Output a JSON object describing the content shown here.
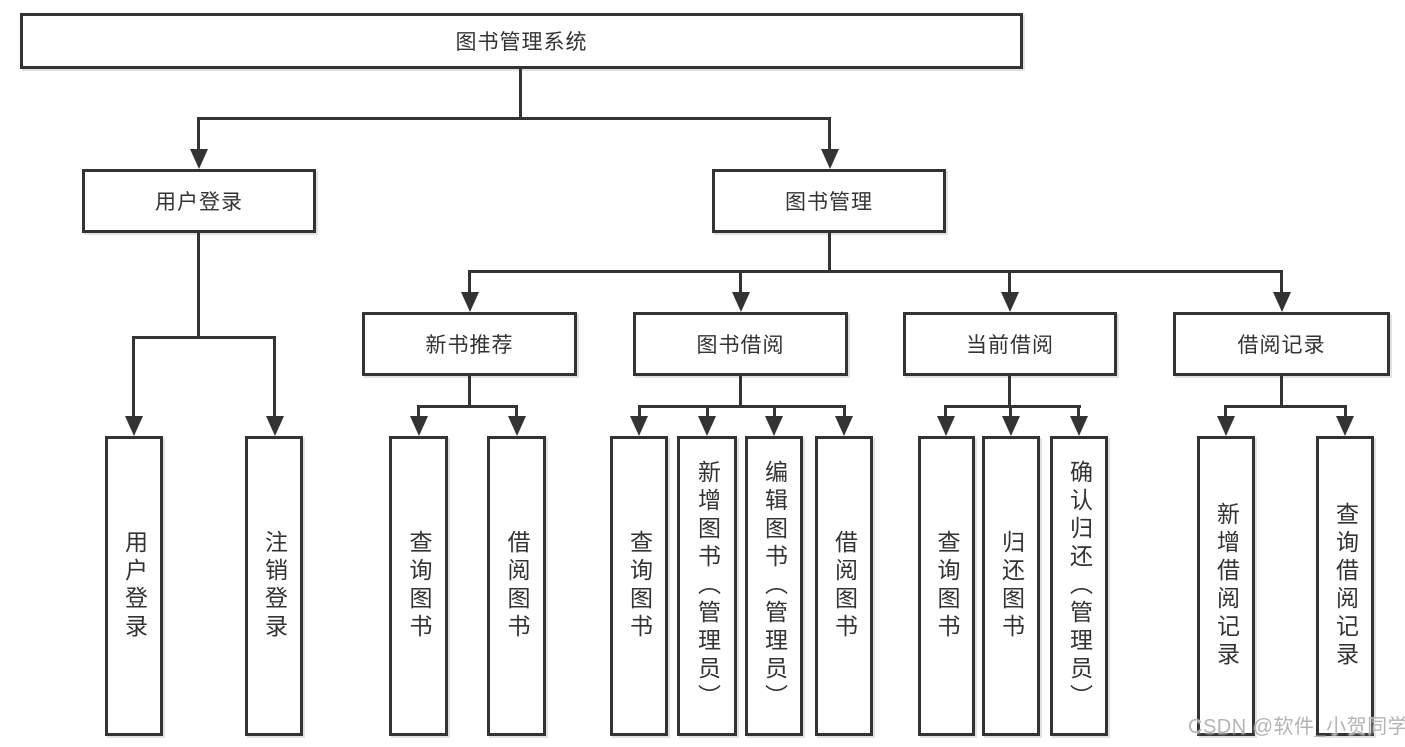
{
  "diagram": {
    "type": "hierarchy-tree",
    "root": {
      "label": "图书管理系统"
    },
    "level2": {
      "user_login": {
        "label": "用户登录"
      },
      "book_management": {
        "label": "图书管理"
      }
    },
    "level3": {
      "new_book_recommend": {
        "label": "新书推荐"
      },
      "book_borrowing": {
        "label": "图书借阅"
      },
      "current_borrowing": {
        "label": "当前借阅"
      },
      "borrowing_records": {
        "label": "借阅记录"
      }
    },
    "leaves": {
      "user_login": [
        "用户登录",
        "注销登录"
      ],
      "new_book_recommend": [
        "查询图书",
        "借阅图书"
      ],
      "book_borrowing": [
        "查询图书",
        "新增图书（管理员）",
        "编辑图书（管理员）",
        "借阅图书"
      ],
      "current_borrowing": [
        "查询图书",
        "归还图书",
        "确认归还（管理员）"
      ],
      "borrowing_records": [
        "新增借阅记录",
        "查询借阅记录"
      ]
    }
  },
  "watermark": {
    "text": "CSDN @软件_小贺同学"
  },
  "colors": {
    "line": "#333333",
    "text": "#333333",
    "background": "#ffffff",
    "watermark": "#b4b4b4"
  }
}
